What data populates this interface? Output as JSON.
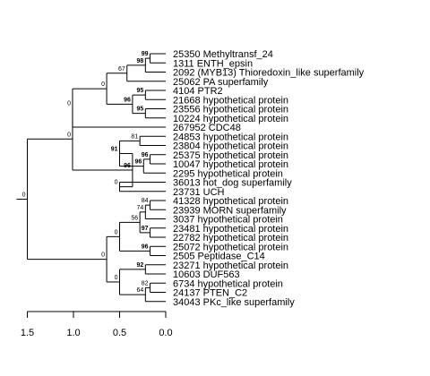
{
  "leaves": [
    {
      "id": "L0",
      "label": "25350 Methyltransf_24"
    },
    {
      "id": "L1",
      "label": "1311 ENTH_epsin"
    },
    {
      "id": "L2",
      "label": "2092 (MYB13) Thioredoxin_like superfamily"
    },
    {
      "id": "L3",
      "label": "25062 PA superfamily"
    },
    {
      "id": "L4",
      "label": "4104 PTR2"
    },
    {
      "id": "L5",
      "label": "21668 hypothetical protein"
    },
    {
      "id": "L6",
      "label": "23556 hypothetical protein"
    },
    {
      "id": "L7",
      "label": "10224 hypothetical protein"
    },
    {
      "id": "L8",
      "label": "267952 CDC48"
    },
    {
      "id": "L9",
      "label": "24853 hypothetical protein"
    },
    {
      "id": "L10",
      "label": "23804 hypothetical protein"
    },
    {
      "id": "L11",
      "label": "25375 hypothetical protein"
    },
    {
      "id": "L12",
      "label": "10047 hypothetical protein"
    },
    {
      "id": "L13",
      "label": "2295 hypothetical protein"
    },
    {
      "id": "L14",
      "label": "36013 hot_dog superfamily"
    },
    {
      "id": "L15",
      "label": "23731 UCH"
    },
    {
      "id": "L16",
      "label": "41328 hypothetical protein"
    },
    {
      "id": "L17",
      "label": "23939 MORN superfamily"
    },
    {
      "id": "L18",
      "label": "3037 hypothetical protein"
    },
    {
      "id": "L19",
      "label": "23481 hypothetical protein"
    },
    {
      "id": "L20",
      "label": "22782 hypothetical protein"
    },
    {
      "id": "L21",
      "label": "25072 hypothetical protein"
    },
    {
      "id": "L22",
      "label": "2505 Peptidase_C14"
    },
    {
      "id": "L23",
      "label": "23271 hypothetical protein"
    },
    {
      "id": "L24",
      "label": "10603 DUF563"
    },
    {
      "id": "L25",
      "label": "6734 hypothetical protein"
    },
    {
      "id": "L26",
      "label": "24137 PTEN_C2"
    },
    {
      "id": "L27",
      "label": "34043 PKc_like superfamily"
    }
  ],
  "nodes": [
    {
      "id": "n1",
      "d": 0.17,
      "children": [
        "L0",
        "L1"
      ],
      "support": "99",
      "bold": true
    },
    {
      "id": "n2",
      "d": 0.22,
      "children": [
        "n1",
        "L2"
      ],
      "support": "98",
      "bold": true
    },
    {
      "id": "n3",
      "d": 0.42,
      "children": [
        "n2",
        "L3"
      ],
      "support": "67",
      "bold": false
    },
    {
      "id": "n4",
      "d": 0.22,
      "children": [
        "L4",
        "L5"
      ],
      "support": "95",
      "bold": true
    },
    {
      "id": "n5",
      "d": 0.22,
      "children": [
        "L6",
        "L7"
      ],
      "support": "95",
      "bold": true
    },
    {
      "id": "n6",
      "d": 0.36,
      "children": [
        "n4",
        "n5"
      ],
      "support": "96",
      "bold": true
    },
    {
      "id": "n7",
      "d": 0.64,
      "children": [
        "n3",
        "n6"
      ],
      "support": "0",
      "bold": false
    },
    {
      "id": "n8",
      "d": 1.01,
      "children": [
        "n7",
        "L8"
      ],
      "support": "0",
      "bold": false
    },
    {
      "id": "n9",
      "d": 0.28,
      "children": [
        "L9",
        "L10"
      ],
      "support": "81",
      "bold": false
    },
    {
      "id": "n10",
      "d": 0.17,
      "children": [
        "L11",
        "L12"
      ],
      "support": "96",
      "bold": true
    },
    {
      "id": "n11",
      "d": 0.24,
      "children": [
        "n10",
        "L13"
      ],
      "support": "96",
      "bold": true
    },
    {
      "id": "n12",
      "d": 0.5,
      "children": [
        "n9",
        "n11"
      ],
      "support": "91",
      "bold": true
    },
    {
      "id": "n13",
      "d": 0.5,
      "children": [
        "L14",
        "L15"
      ],
      "support": "0",
      "bold": false
    },
    {
      "id": "n14",
      "d": 0.36,
      "children": [
        "n12",
        "n13"
      ],
      "support": "96",
      "bold": true
    },
    {
      "id": "n15",
      "d": 1.01,
      "children": [
        "n8",
        "n14"
      ],
      "support": "0",
      "bold": false
    },
    {
      "id": "n16",
      "d": 0.17,
      "children": [
        "L16",
        "L17"
      ],
      "support": "84",
      "bold": false
    },
    {
      "id": "n17",
      "d": 0.22,
      "children": [
        "n16",
        "L18"
      ],
      "support": "74",
      "bold": false
    },
    {
      "id": "n18",
      "d": 0.17,
      "children": [
        "L19",
        "L20"
      ],
      "support": "97",
      "bold": true
    },
    {
      "id": "n19",
      "d": 0.28,
      "children": [
        "n17",
        "n18"
      ],
      "support": "56",
      "bold": false
    },
    {
      "id": "n20",
      "d": 0.17,
      "children": [
        "L21",
        "L22"
      ],
      "support": "96",
      "bold": true
    },
    {
      "id": "n21",
      "d": 0.5,
      "children": [
        "n19",
        "n20"
      ],
      "support": "0",
      "bold": false
    },
    {
      "id": "n22",
      "d": 0.22,
      "children": [
        "L23",
        "L24"
      ],
      "support": "92",
      "bold": true
    },
    {
      "id": "n23",
      "d": 0.17,
      "children": [
        "L25",
        "L26"
      ],
      "support": "82",
      "bold": false
    },
    {
      "id": "n24",
      "d": 0.22,
      "children": [
        "n23",
        "L27"
      ],
      "support": "64",
      "bold": false
    },
    {
      "id": "n25",
      "d": 0.5,
      "children": [
        "n22",
        "n24"
      ],
      "support": "0",
      "bold": false
    },
    {
      "id": "n26",
      "d": 0.64,
      "children": [
        "n21",
        "n25"
      ],
      "support": "0",
      "bold": false
    },
    {
      "id": "n27",
      "d": 1.5,
      "children": [
        "n15",
        "n26"
      ],
      "support": "0",
      "bold": false
    }
  ],
  "root": "n27",
  "axis": {
    "min": 0,
    "max": 1.5,
    "ticks": [
      {
        "value": 1.5,
        "label": "1.5"
      },
      {
        "value": 1.0,
        "label": "1.0"
      },
      {
        "value": 0.5,
        "label": "0.5"
      },
      {
        "value": 0.0,
        "label": "0.0"
      }
    ]
  }
}
